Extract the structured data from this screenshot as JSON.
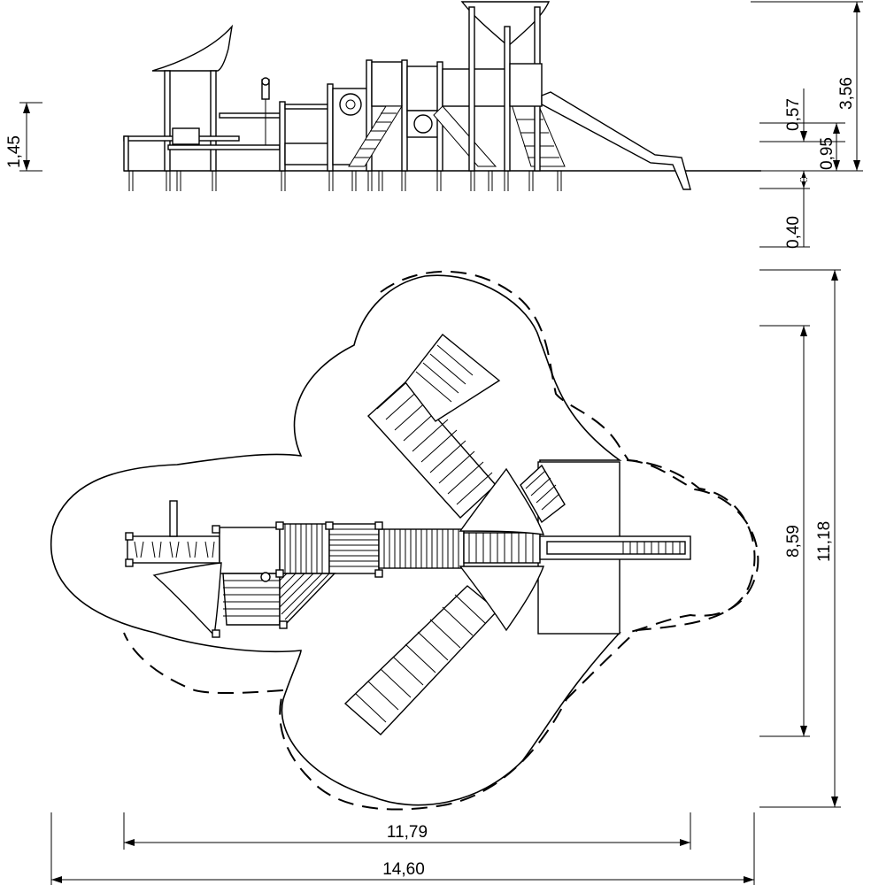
{
  "elevation_dimensions": {
    "platform_height": "1,45",
    "total_height": "3,56",
    "roof_height": "0,57",
    "deck_height": "0,95",
    "foundation_depth": "0,40"
  },
  "plan_dimensions": {
    "equipment_depth": "8,59",
    "area_depth": "11,18",
    "equipment_width": "11,79",
    "area_width": "14,60"
  }
}
